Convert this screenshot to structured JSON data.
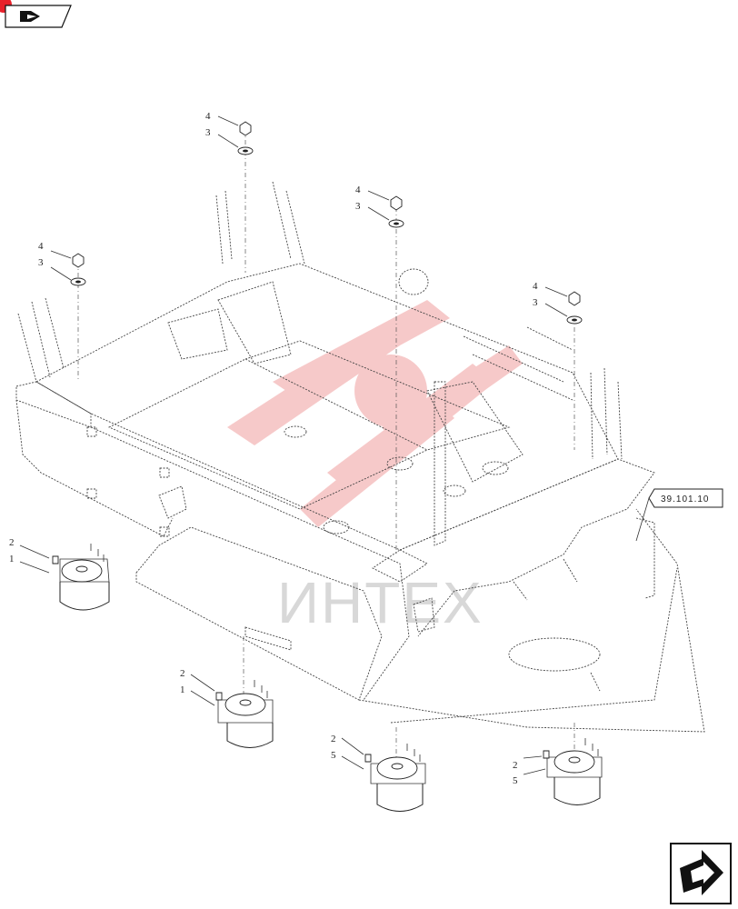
{
  "corner_nav": {
    "icon": "back-arrow-icon",
    "badge_color": "#e8202a"
  },
  "bottom_nav": {
    "icon": "next-page-arrow-icon"
  },
  "reference_box": {
    "label": "39.101.10"
  },
  "watermark": {
    "text": "ИНТЕХ",
    "logo_color": "#f4b8b8"
  },
  "callouts": {
    "top_left": {
      "upper": "4",
      "lower": "3"
    },
    "top_center": {
      "upper": "4",
      "lower": "3"
    },
    "mid_center": {
      "upper": "4",
      "lower": "3"
    },
    "top_right": {
      "upper": "4",
      "lower": "3"
    },
    "mount_left": {
      "upper": "2",
      "lower": "1"
    },
    "mount_front": {
      "upper": "2",
      "lower": "1"
    },
    "mount_rear_center": {
      "upper": "2",
      "lower": "5"
    },
    "mount_rear_right": {
      "upper": "2",
      "lower": "5"
    }
  }
}
